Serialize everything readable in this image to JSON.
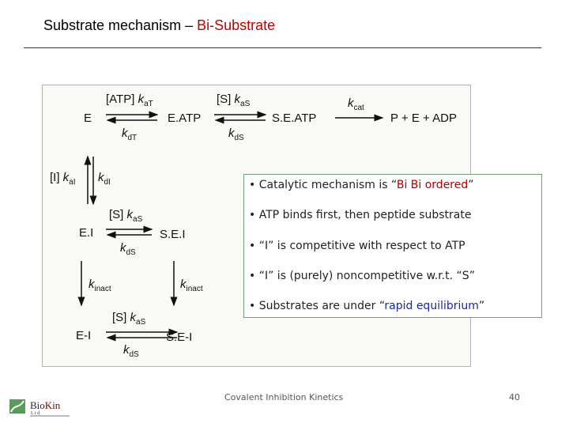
{
  "title": {
    "main": "Substrate mechanism – ",
    "highlight": "Bi-Substrate"
  },
  "scheme": {
    "E": "E",
    "E_ATP": "E.ATP",
    "S_E_ATP": "S.E.ATP",
    "products": "P + E + ADP",
    "E_I": "E.I",
    "S_E_I": "S.E.I",
    "E_dash_I": "E-I",
    "S_E_dash_I": "S.E-I",
    "k_aT_prefix": "[ATP] ",
    "k_aS_prefix": "[S] ",
    "k_aI_prefix": "[I] "
  },
  "bullets": [
    {
      "text": "Catalytic mechanism is “",
      "em": "Bi Bi ordered",
      "after": "”"
    },
    {
      "text": "ATP binds first, then peptide substrate"
    },
    {
      "text": "“I” is competitive with respect to ATP"
    },
    {
      "text": "“I” is (purely) noncompetitive w.r.t. “S”"
    },
    {
      "text": "Substrates are under “",
      "em": "rapid equilibrium",
      "after": "”"
    }
  ],
  "footer": {
    "text": "Covalent Inhibition Kinetics",
    "page": "40",
    "logo": "BioKin Ltd"
  },
  "colors": {
    "highlight": "#c00000",
    "emphasis_blue": "#1a2a9a",
    "diagram_border": "#d4b06a",
    "bullet_border": "#6f9f7a"
  }
}
